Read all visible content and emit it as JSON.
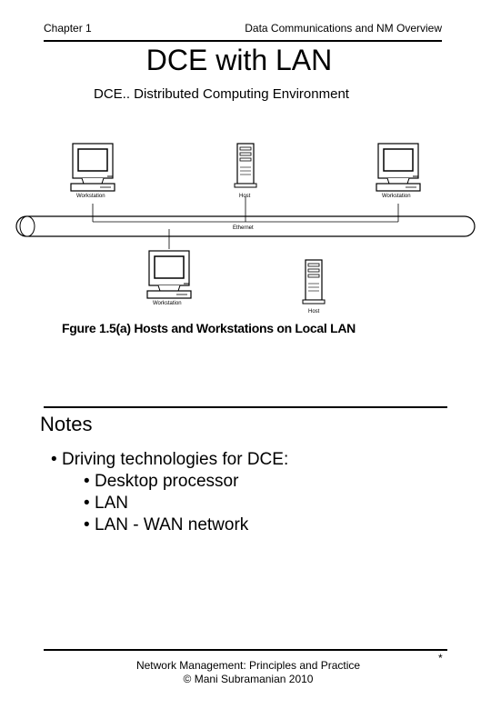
{
  "header": {
    "left": "Chapter 1",
    "right": "Data Communications and NM Overview"
  },
  "title": "DCE with LAN",
  "subtitle": "DCE.. Distributed Computing Environment",
  "figure": {
    "caption": "Fgure 1.5(a) Hosts and Workstations on Local LAN",
    "labels": {
      "ws_left": "Workstation",
      "host_top": "Host",
      "ws_right": "Workstation",
      "ethernet": "Ethernet",
      "ws_bottom": "Workstation",
      "host_bottom": "Host"
    }
  },
  "notes": {
    "heading": "Notes",
    "bullet": "Driving technologies for DCE:",
    "items": [
      "Desktop processor",
      "LAN",
      "LAN - WAN network"
    ]
  },
  "footer": {
    "line1": "Network Management: Principles and Practice",
    "line2": "© Mani Subramanian 2010",
    "page_marker": "*"
  }
}
